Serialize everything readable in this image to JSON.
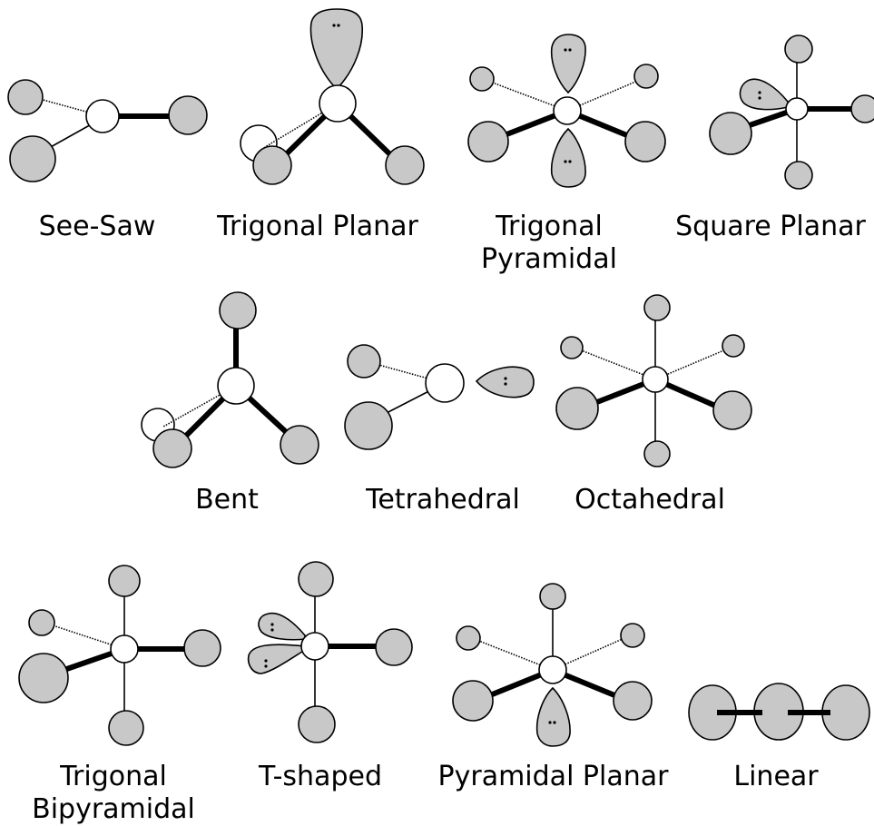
{
  "shapes": [
    {
      "id": "see-saw",
      "label": [
        "See-Saw"
      ]
    },
    {
      "id": "trigonal-planar",
      "label": [
        "Trigonal Planar"
      ]
    },
    {
      "id": "trigonal-pyramidal",
      "label": [
        "Trigonal",
        "Pyramidal"
      ]
    },
    {
      "id": "square-planar",
      "label": [
        "Square Planar"
      ]
    },
    {
      "id": "bent",
      "label": [
        "Bent"
      ]
    },
    {
      "id": "tetrahedral",
      "label": [
        "Tetrahedral"
      ]
    },
    {
      "id": "octahedral",
      "label": [
        "Octahedral"
      ]
    },
    {
      "id": "trigonal-bipyramidal",
      "label": [
        "Trigonal",
        "Bipyramidal"
      ]
    },
    {
      "id": "t-shaped",
      "label": [
        "T-shaped"
      ]
    },
    {
      "id": "pyramidal-planar",
      "label": [
        "Pyramidal Planar"
      ]
    },
    {
      "id": "linear",
      "label": [
        "Linear"
      ]
    }
  ],
  "colors": {
    "atom_fill": "#c8c8c8",
    "center_fill": "#ffffff",
    "outline": "#000000"
  }
}
